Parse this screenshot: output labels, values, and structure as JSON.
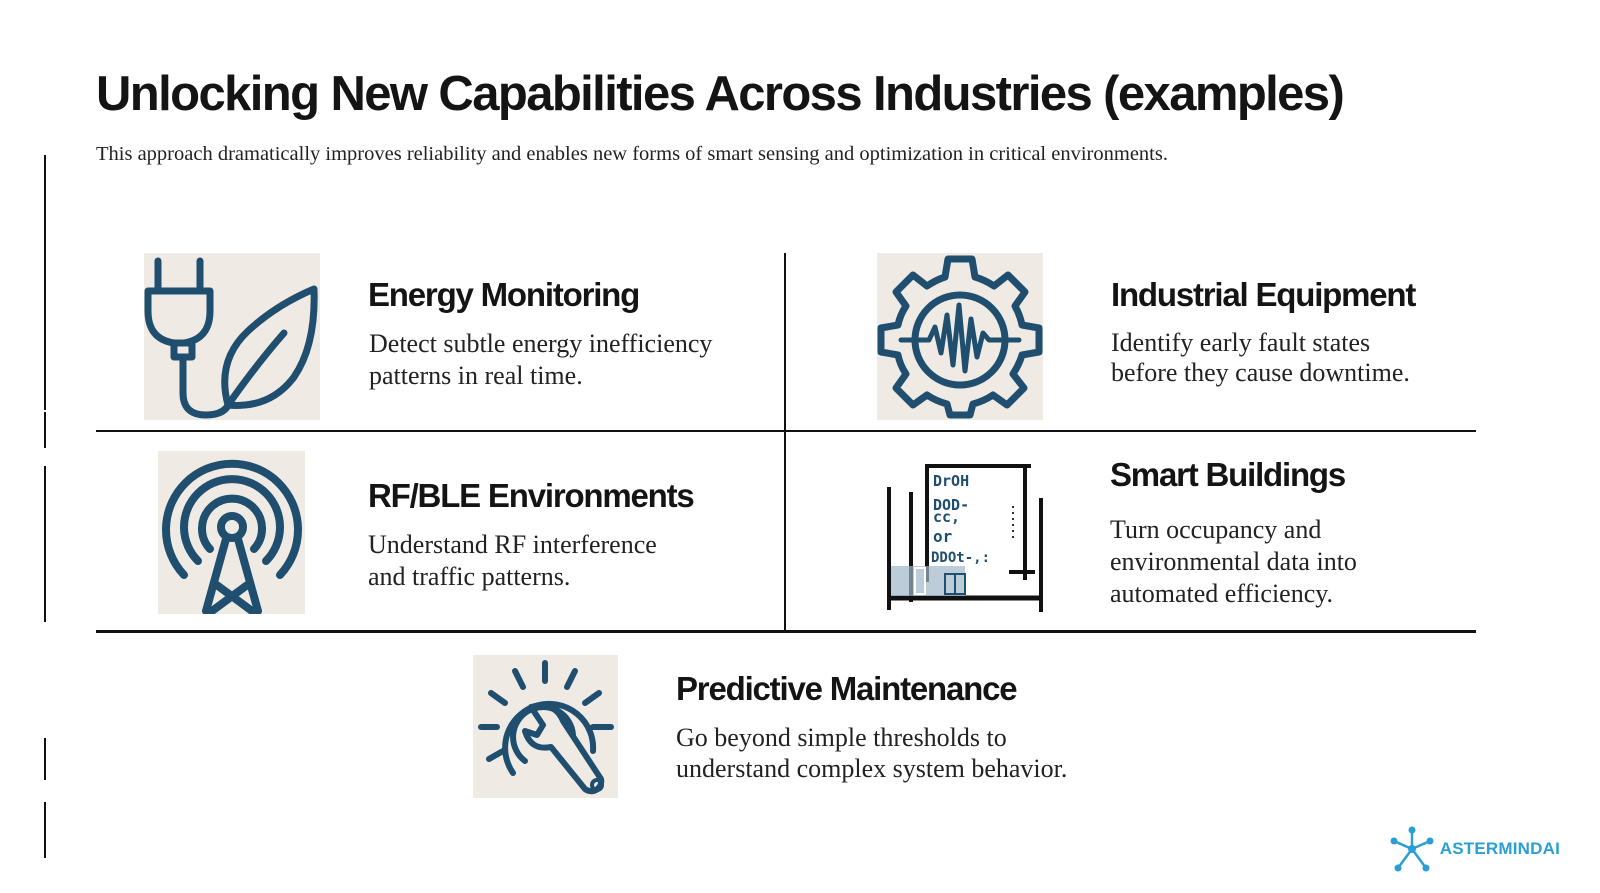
{
  "slide": {
    "title": "Unlocking New Capabilities Across Industries (examples)",
    "subtitle": "This approach dramatically improves reliability and enables new forms of smart sensing and optimization  in critical environments."
  },
  "cards": {
    "energy": {
      "title": "Energy Monitoring",
      "line1": "Detect subtle energy inefficiency",
      "line2": "patterns in real time.",
      "icon": "plug-leaf-icon"
    },
    "industrial": {
      "title": "Industrial Equipment",
      "line1": "Identify early fault states",
      "line2": "before they cause downtime.",
      "icon": "gear-waveform-icon"
    },
    "rf": {
      "title": "RF/BLE Environments",
      "line1": "Understand RF interference",
      "line2": "and traffic patterns.",
      "icon": "antenna-tower-icon"
    },
    "buildings": {
      "title": "Smart Buildings",
      "line1": "Turn occupancy and",
      "line2": "environmental data into",
      "line3": "automated efficiency.",
      "icon": "building-diagram-icon",
      "icon_text": [
        "DrOH",
        "DOD-",
        "cc,",
        "or",
        "DDOt-,:"
      ]
    },
    "predictive": {
      "title": "Predictive Maintenance",
      "line1": "Go beyond simple thresholds to",
      "line2": "understand complex system behavior.",
      "icon": "wrench-radar-icon"
    }
  },
  "brand": {
    "name": "ASTERMINDAI",
    "icon": "network-star-icon"
  },
  "colors": {
    "icon_stroke": "#1f4e6e",
    "icon_bg": "#efebe4",
    "brand": "#2a9fd6"
  }
}
